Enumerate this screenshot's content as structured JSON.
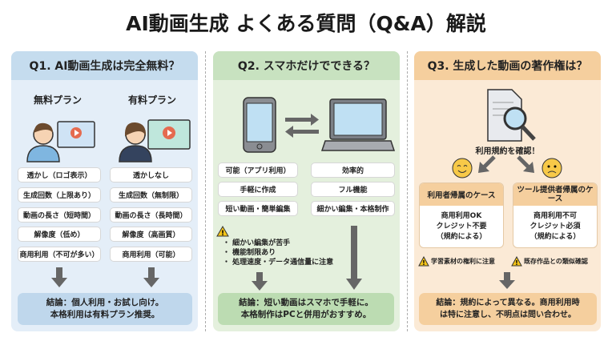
{
  "title": "AI動画生成 よくある質問（Q&A）解説",
  "colors": {
    "q1_header": "#c5dcee",
    "q1_body": "#e4eef8",
    "q2_header": "#c8e2c0",
    "q2_body": "#e4f0dd",
    "q3_header": "#f5cf9e",
    "q3_body": "#fbead6"
  },
  "q1": {
    "title": "Q1. AI動画生成は完全無料？",
    "free_label": "無料プラン",
    "paid_label": "有料プラン",
    "free_items": [
      "透かし（ロゴ表示）",
      "生成回数（上限あり）",
      "動画の長さ（短時間）",
      "解像度（低め）",
      "商用利用（不可が多い）"
    ],
    "paid_items": [
      "透かしなし",
      "生成回数（無制限）",
      "動画の長さ（長時間）",
      "解像度（高画質）",
      "商用利用（可能）"
    ],
    "conclusion": [
      "結論：個人利用・お試し向け。",
      "本格利用は有料プラン推奨。"
    ]
  },
  "q2": {
    "title": "Q2. スマホだけでできる？",
    "phone_items": [
      "可能（アプリ利用）",
      "手軽に作成",
      "短い動画・簡単編集"
    ],
    "pc_items": [
      "効率的",
      "フル機能",
      "細かい編集・本格制作"
    ],
    "warnings": [
      "・ 細かい編集が苦手",
      "・ 機能制限あり",
      "・ 処理速度・データ通信量に注意"
    ],
    "conclusion": [
      "結論：短い動画はスマホで手軽に。",
      "本格制作はPCと併用がおすすめ。"
    ]
  },
  "q3": {
    "title": "Q3. 生成した動画の著作権は？",
    "check": "利用規約を確認！",
    "user_case": {
      "title": "利用者帰属のケース",
      "lines": [
        "商用利用OK",
        "クレジット不要",
        "（規約による）"
      ]
    },
    "tool_case": {
      "title": "ツール提供者帰属のケース",
      "lines": [
        "商用利用不可",
        "クレジット必須",
        "（規約による）"
      ]
    },
    "warnings": [
      "学習素材の権利に注意",
      "既存作品との類似確認"
    ],
    "conclusion": [
      "結論：規約によって異なる。商用利用時",
      "は特に注意し、不明点は問い合わせ。"
    ]
  }
}
